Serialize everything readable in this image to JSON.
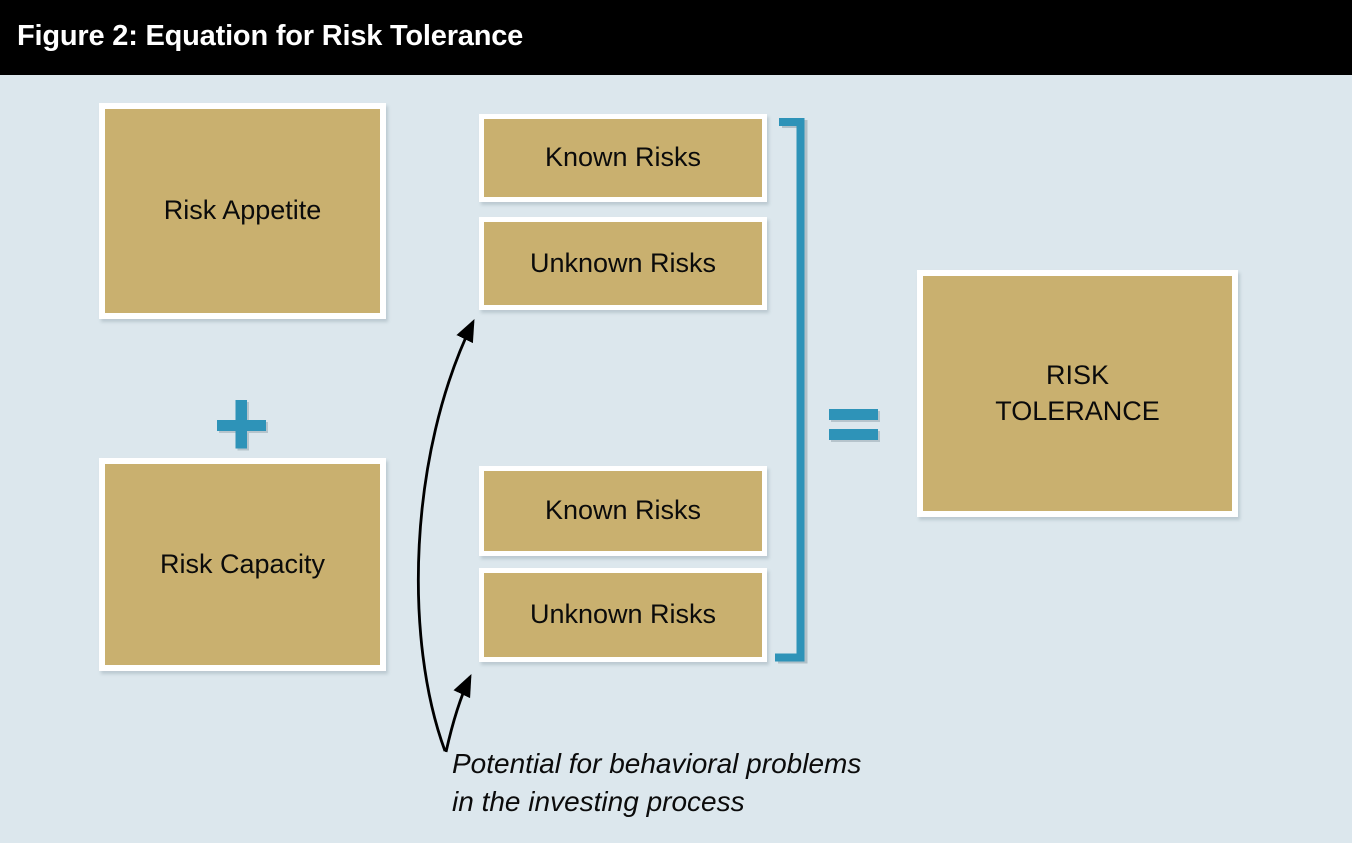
{
  "figure": {
    "title": "Figure 2: Equation for Risk Tolerance",
    "boxes": {
      "risk_appetite": "Risk Appetite",
      "risk_capacity": "Risk Capacity",
      "known_risks_top": "Known Risks",
      "unknown_risks_top": "Unknown Risks",
      "known_risks_bottom": "Known Risks",
      "unknown_risks_bottom": "Unknown Risks",
      "risk_tolerance_line1": "RISK",
      "risk_tolerance_line2": "TOLERANCE"
    },
    "operators": {
      "plus": "+",
      "equals": "="
    },
    "annotation": {
      "line1": "Potential for behavioral problems",
      "line2": "in the investing process"
    },
    "colors": {
      "header_bg": "#000000",
      "title_text": "#ffffff",
      "background": "#dce7ed",
      "box_fill": "#c9b06f",
      "box_border": "#ffffff",
      "accent_blue": "#2e93b8",
      "arrow_black": "#000000",
      "label_text": "#0b0b0b"
    }
  }
}
